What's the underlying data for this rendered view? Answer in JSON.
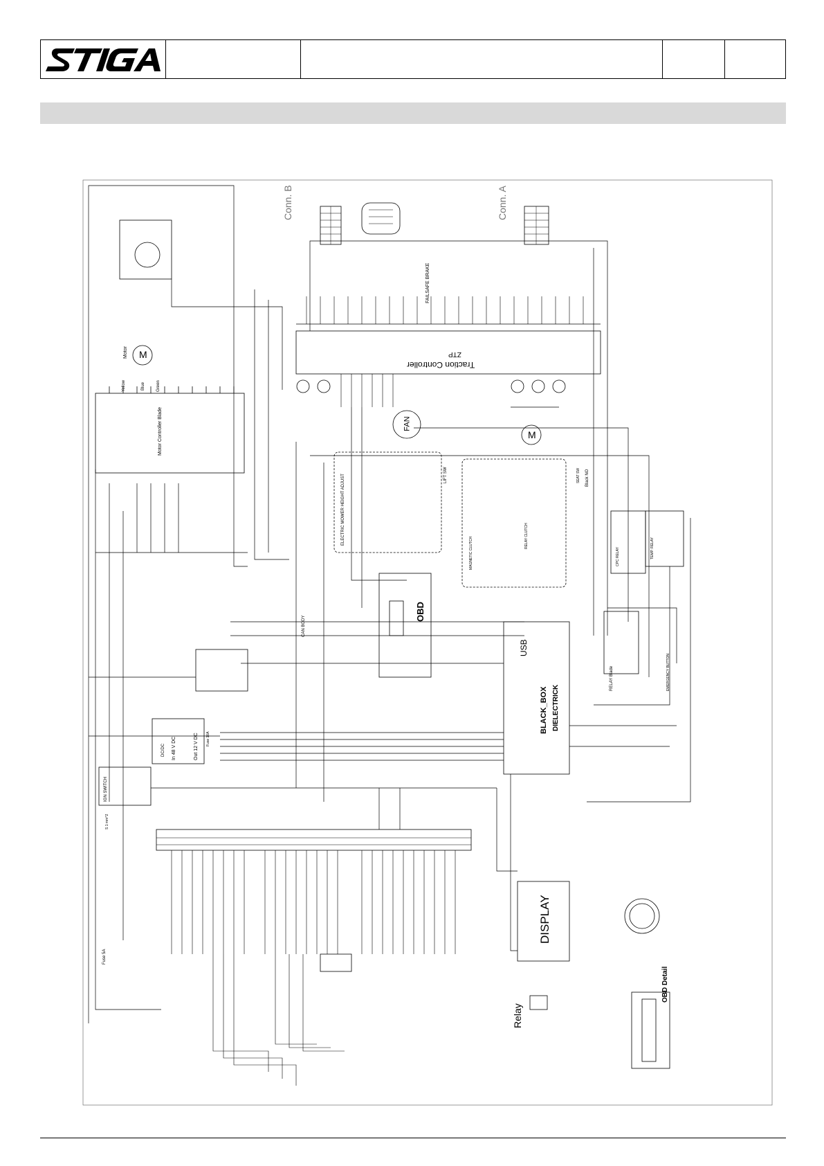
{
  "header": {
    "brand": "STIGA",
    "cells": [
      "",
      "",
      "",
      ""
    ]
  },
  "section": {
    "title": ""
  },
  "diagram": {
    "labels": {
      "conn_b": "Conn. B",
      "conn_a": "Conn. A",
      "traction_controller": "Traction Controller",
      "ztp": "ZTP",
      "fan": "FAN",
      "motor_m": "M",
      "motor_text": "Motor",
      "yellow": "Yellow",
      "blue": "Blue",
      "green": "Green",
      "motor_controller_blade": "Motor Controller Blade",
      "failsafe_brake": "FAILSAFE BRAKE",
      "electric_mower_height_adjust": "ELECTRIC MOWER HEIGHT ADJUST",
      "lift_sw": "LIFT SW",
      "magnetic_clutch": "MAGNETIC CLUTCH",
      "relay_clutch": "RELAY CLUTCH",
      "seat_sw": "SEAT SW",
      "black_no": "Black NO",
      "obd": "OBD",
      "can_body": "CAN BODY",
      "dc_dc_48_12": "DC/DC",
      "in_48_v_dc": "In 48 V DC",
      "out_12_v_dc": "Out 12 V DC",
      "ign_switch": "IGN SWITCH",
      "black_box": "BLACK_BOX",
      "dielectrick": "DIELECTRICK",
      "usb": "USB",
      "relay_blade": "RELAY Blade",
      "emergency_button": "EMERGENCY BUTTON",
      "display": "DISPLAY",
      "relay": "Relay",
      "obd_detail": "OBD Detail",
      "cpc_relay": "CPC RELAY",
      "temp_relay": "TEMP. RELAY",
      "fuse_5a": "Fuse 5A",
      "fuse_10a": "Fuse 10A"
    },
    "wire_spec": "S 1 mm^2"
  }
}
